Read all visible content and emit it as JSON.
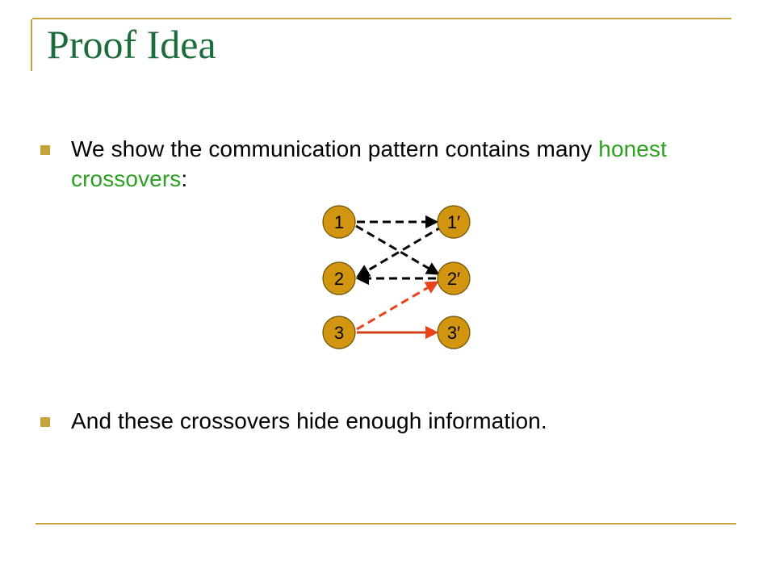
{
  "slide": {
    "title": "Proof Idea",
    "bullets": [
      {
        "text_before": "We show the communication pattern contains many ",
        "highlight": "honest crossovers",
        "text_after": ":"
      },
      {
        "text": "And these crossovers hide enough information."
      }
    ]
  },
  "diagram": {
    "left_nodes": [
      "1",
      "2",
      "3"
    ],
    "right_nodes": [
      "1′",
      "2′",
      "3′"
    ],
    "edges": [
      {
        "from": "1",
        "to": "1′",
        "style": "dashed",
        "color": "#000000"
      },
      {
        "from": "1",
        "to": "2′",
        "style": "dashed",
        "color": "#000000"
      },
      {
        "from": "2",
        "to": "1′",
        "style": "dashed",
        "color": "#000000",
        "arrowhead": "left"
      },
      {
        "from": "2",
        "to": "2′",
        "style": "dashed",
        "color": "#000000",
        "arrowhead": "left"
      },
      {
        "from": "3",
        "to": "2′",
        "style": "dashed",
        "color": "#e8431a"
      },
      {
        "from": "3",
        "to": "3′",
        "style": "solid",
        "color": "#d1401a"
      }
    ]
  },
  "colors": {
    "title": "#1e6b3c",
    "rule": "#c4a339",
    "bullet": "#c4a339",
    "highlight": "#2aa01f",
    "node_fill": "#d2950f",
    "node_stroke": "#6e5208"
  }
}
